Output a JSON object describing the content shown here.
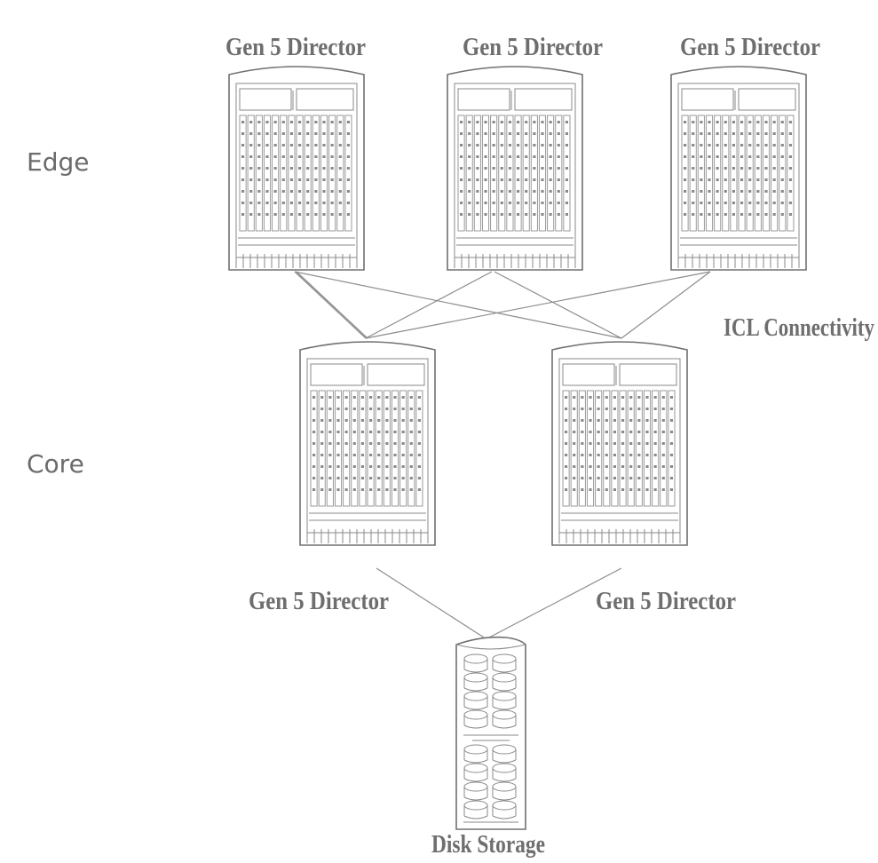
{
  "tiers": {
    "edge": "Edge",
    "core": "Core"
  },
  "edge_devices": [
    {
      "label": "Gen 5 Director"
    },
    {
      "label": "Gen 5 Director"
    },
    {
      "label": "Gen 5 Director"
    }
  ],
  "core_devices": [
    {
      "label": "Gen 5 Director"
    },
    {
      "label": "Gen 5 Director"
    }
  ],
  "icl_label": "ICL Connectivity",
  "storage_label": "Disk Storage",
  "colors": {
    "line": "#8c8c8c",
    "text": "#6e6e6e",
    "background": "#ffffff"
  }
}
